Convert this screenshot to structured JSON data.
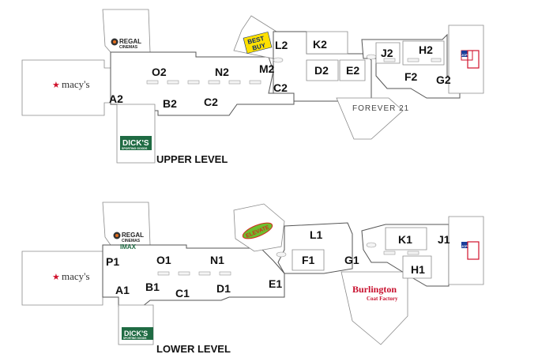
{
  "upper_level": {
    "title": "UPPER LEVEL",
    "zones": [
      "O2",
      "N2",
      "M2",
      "L2",
      "K2",
      "J2",
      "H2",
      "A2",
      "B2",
      "C2",
      "C2",
      "D2",
      "E2",
      "F2",
      "G2"
    ],
    "anchors": {
      "regal_line1": "REGAL",
      "regal_line2": "CINEMAS",
      "bestbuy_line1": "BEST",
      "bestbuy_line2": "BUY",
      "macys": "macy's",
      "dicks": "DICK'S",
      "dicks_sub": "SPORTING GOODS",
      "forever21": "FOREVER 21",
      "jcp": "JCP"
    }
  },
  "lower_level": {
    "title": "LOWER LEVEL",
    "zones": [
      "L1",
      "K1",
      "J1",
      "P1",
      "O1",
      "N1",
      "F1",
      "G1",
      "H1",
      "A1",
      "B1",
      "C1",
      "D1",
      "E1"
    ],
    "anchors": {
      "regal_line1": "REGAL",
      "regal_line2": "CINEMAS",
      "imax": "IMAX",
      "elevate": "ELEVATE",
      "macys": "macy's",
      "dicks": "DICK'S",
      "dicks_sub": "SPORTING GOODS",
      "burlington_line1": "Burlington",
      "burlington_line2": "Coat Factory",
      "jcp": "JCP"
    }
  },
  "colors": {
    "macys_star": "#d0112b",
    "dicks_green": "#1f6b43",
    "bestbuy_yellow": "#ffe000",
    "bestbuy_blue": "#0a2a6b",
    "elevate_green": "#6cbf2e",
    "elevate_red": "#d42a1c",
    "burlington_red": "#c8102e",
    "jcp_blue": "#1a3e9a",
    "jcp_red": "#d0112b",
    "regal_orange": "#e46d1c"
  }
}
